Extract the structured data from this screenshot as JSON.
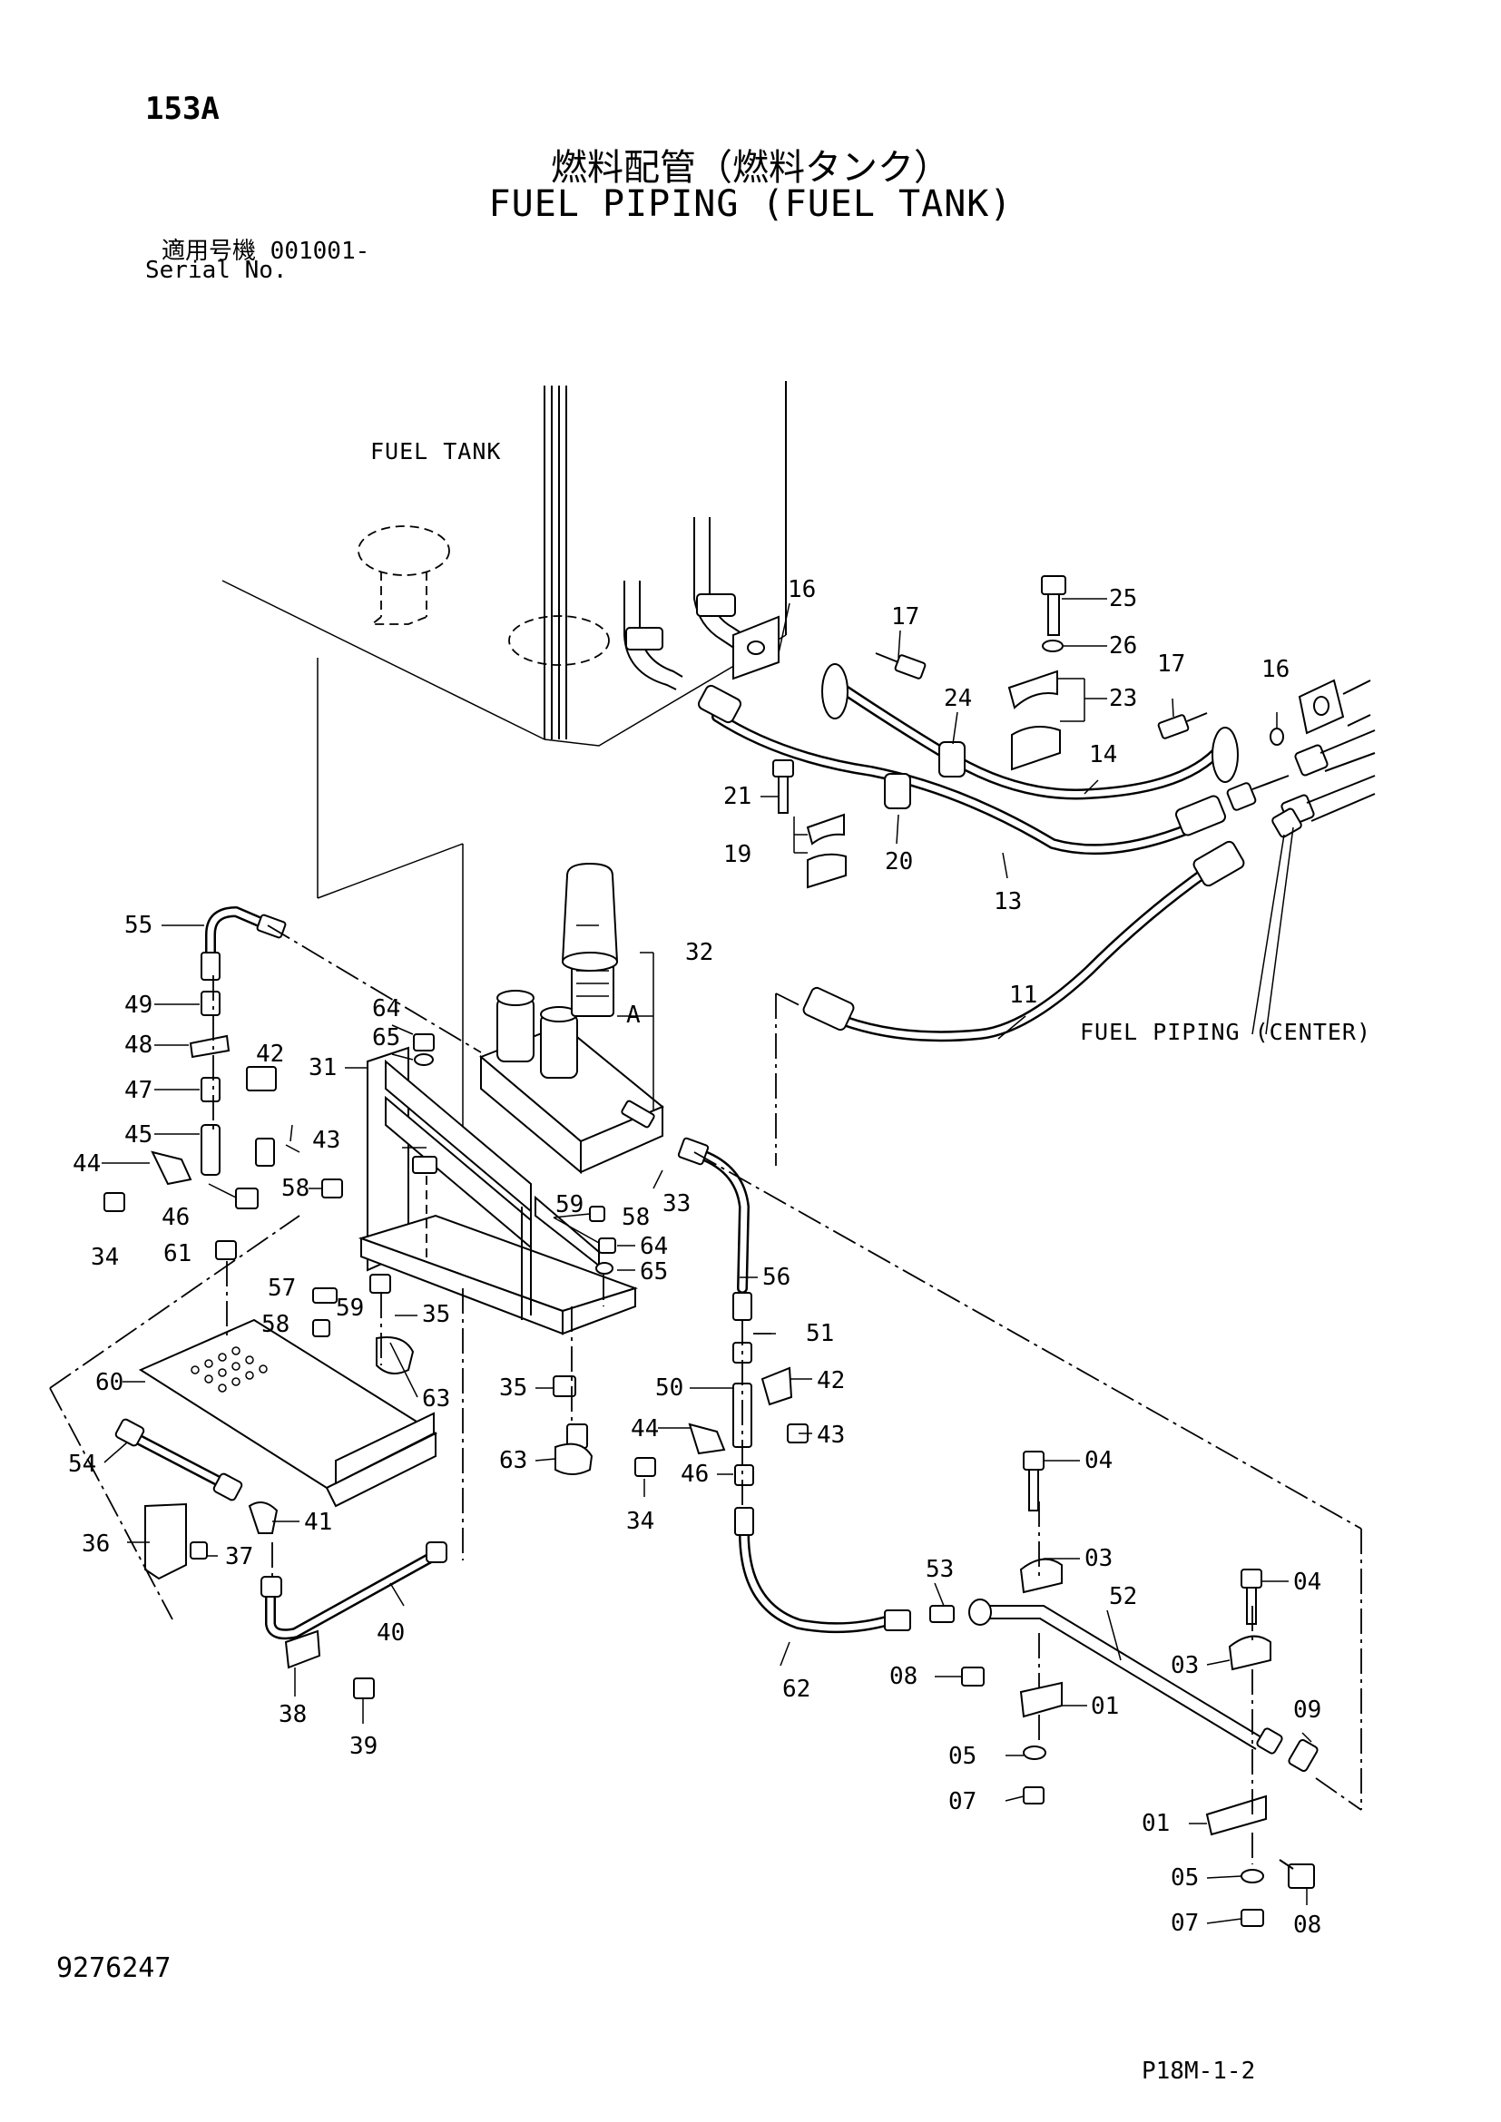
{
  "header": {
    "page_number": "153A",
    "title_ja": "燃料配管（燃料タンク）",
    "title_en": "FUEL PIPING (FUEL TANK)",
    "serial_label_ja": "適用号機",
    "serial_value": "001001-",
    "serial_label_en": "Serial No."
  },
  "annotations": {
    "fuel_tank": "FUEL TANK",
    "fuel_piping_center": "FUEL PIPING (CENTER)",
    "view_ref": "A"
  },
  "callouts": [
    "55",
    "49",
    "48",
    "47",
    "45",
    "44",
    "34",
    "46",
    "61",
    "42",
    "43",
    "64",
    "65",
    "31",
    "32",
    "33",
    "58",
    "59",
    "57",
    "35",
    "63",
    "60",
    "54",
    "36",
    "37",
    "41",
    "40",
    "38",
    "39",
    "56",
    "51",
    "50",
    "42",
    "44",
    "43",
    "46",
    "34",
    "35",
    "63",
    "62",
    "53",
    "04",
    "03",
    "52",
    "08",
    "01",
    "05",
    "07",
    "04",
    "03",
    "09",
    "01",
    "05",
    "07",
    "08",
    "16",
    "17",
    "25",
    "26",
    "23",
    "24",
    "14",
    "17",
    "16",
    "21",
    "19",
    "20",
    "13",
    "11",
    "58",
    "64",
    "65",
    "59",
    "58"
  ],
  "footer": {
    "document_number": "9276247",
    "figure_code": "P18M-1-2"
  }
}
